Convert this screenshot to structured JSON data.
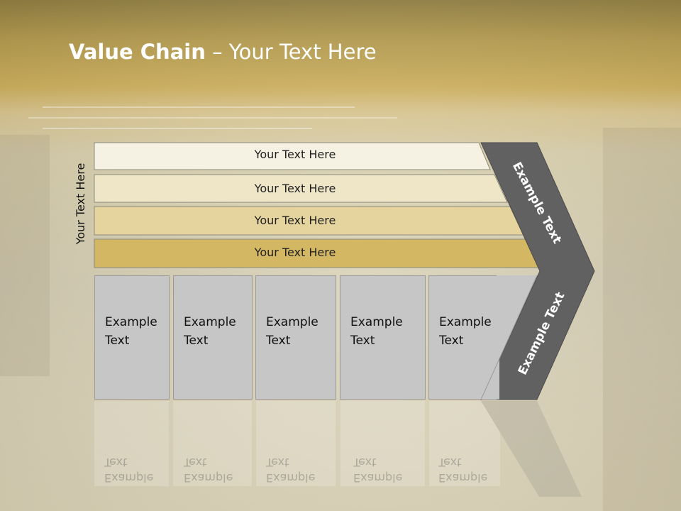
{
  "slide": {
    "title_bold": "Value Chain",
    "title_rest": " – Your Text Here",
    "side_label": "Your Text Here",
    "rows": [
      "Your Text Here",
      "Your Text Here",
      "Your Text Here",
      "Your Text Here"
    ],
    "boxes": [
      "Example\nText",
      "Example\nText",
      "Example\nText",
      "Example\nText",
      "Example\nText"
    ],
    "chevron_top": "Example Text",
    "chevron_bottom": "Example Text",
    "colors": {
      "row1": "#f6f2e3",
      "row2": "#efe6c8",
      "row3": "#e6d49e",
      "row4": "#d4b762",
      "box": "#c6c6c6",
      "chevron": "#616161"
    }
  }
}
